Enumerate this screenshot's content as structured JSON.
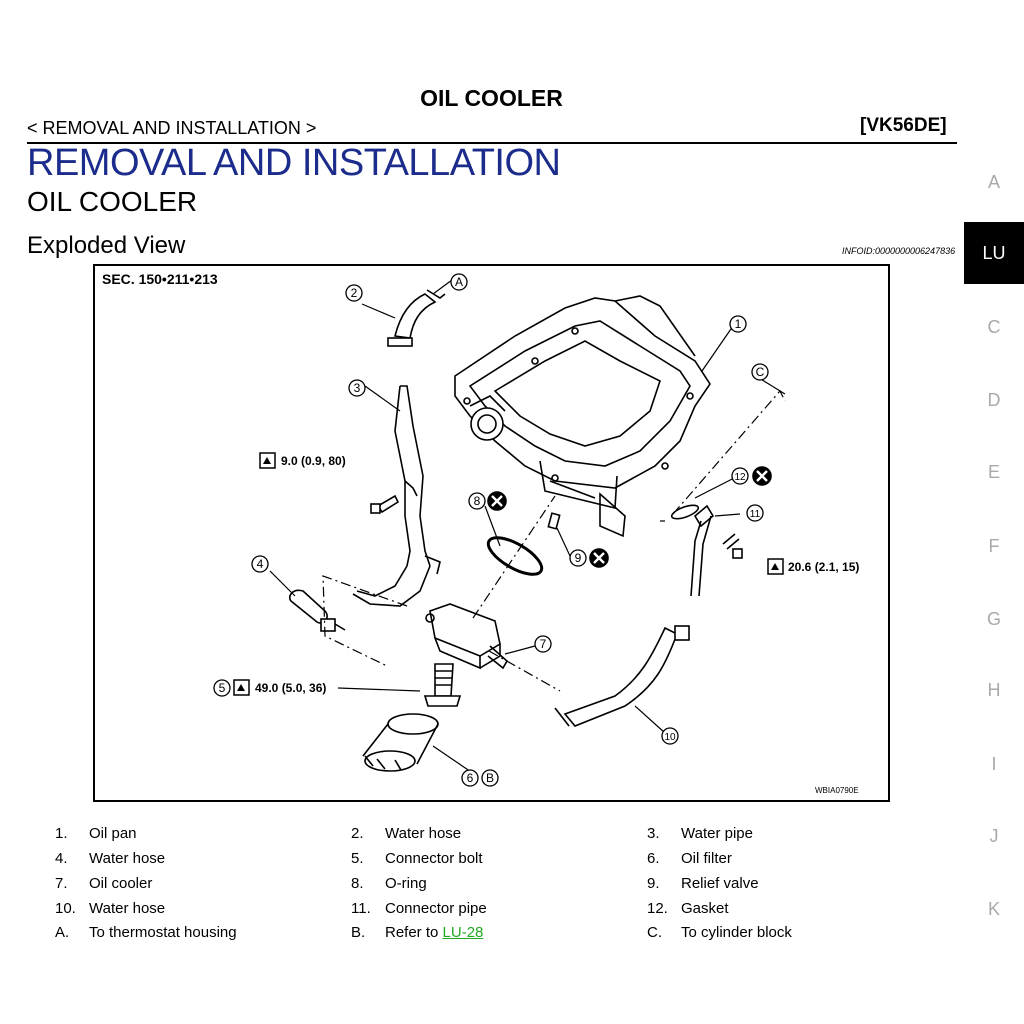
{
  "header": {
    "title": "OIL COOLER",
    "subnav": "< REMOVAL AND INSTALLATION >",
    "engine_code": "[VK56DE]"
  },
  "section": {
    "heading": "REMOVAL AND INSTALLATION",
    "subheading": "OIL COOLER",
    "view_title": "Exploded View",
    "info_id": "INFOID:0000000006247836"
  },
  "side_index": {
    "letters": [
      "A",
      "LU",
      "C",
      "D",
      "E",
      "F",
      "G",
      "H",
      "I",
      "J",
      "K"
    ],
    "active": "LU"
  },
  "figure": {
    "section_ref": "SEC. 150•211•213",
    "figure_id": "WBIA0790E",
    "callouts": [
      "1",
      "2",
      "3",
      "4",
      "5",
      "6",
      "7",
      "8",
      "9",
      "10",
      "11",
      "12"
    ],
    "letter_refs": [
      "A",
      "B",
      "C"
    ],
    "torques": {
      "t9": "9.0 (0.9, 80)",
      "t20": "20.6 (2.1, 15)",
      "t49": "49.0 (5.0, 36)"
    }
  },
  "legend": [
    {
      "num": "1.",
      "text": "Oil pan"
    },
    {
      "num": "2.",
      "text": "Water hose"
    },
    {
      "num": "3.",
      "text": "Water pipe"
    },
    {
      "num": "4.",
      "text": "Water hose"
    },
    {
      "num": "5.",
      "text": "Connector bolt"
    },
    {
      "num": "6.",
      "text": "Oil filter"
    },
    {
      "num": "7.",
      "text": "Oil cooler"
    },
    {
      "num": "8.",
      "text": "O-ring"
    },
    {
      "num": "9.",
      "text": "Relief valve"
    },
    {
      "num": "10.",
      "text": "Water hose"
    },
    {
      "num": "11.",
      "text": "Connector pipe"
    },
    {
      "num": "12.",
      "text": "Gasket"
    },
    {
      "num": "A.",
      "text": "To thermostat housing"
    },
    {
      "num": "B.",
      "text": "Refer to ",
      "link": "LU-28"
    },
    {
      "num": "C.",
      "text": "To cylinder block"
    }
  ]
}
